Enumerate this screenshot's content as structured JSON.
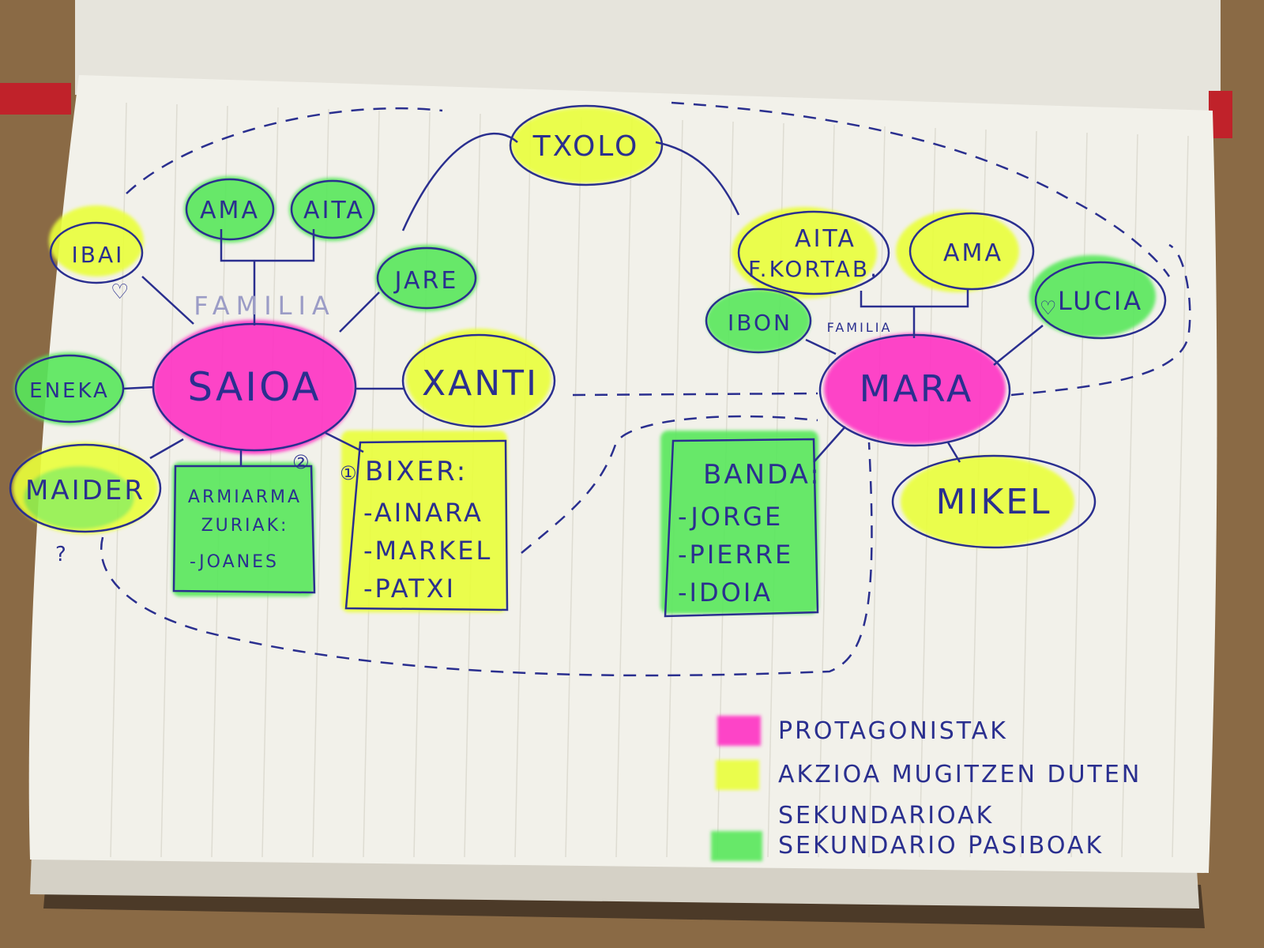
{
  "colors": {
    "protagonist": "#ff33c4",
    "active_secondary": "#eaff3a",
    "passive_secondary": "#59e85c",
    "ink": "#2a2f8f",
    "paper": "#f2f1ea",
    "wood": "#8a6a45"
  },
  "saioa_side": {
    "center": "SAIOA",
    "familia_label": "FAMILIA",
    "ama": "AMA",
    "aita": "AITA",
    "ibai": "IBAI",
    "jare": "JARE",
    "eneka": "ENEKA",
    "xanti": "XANTI",
    "maider": "MAIDER",
    "maider_mark": "?",
    "heart_mark": "♡",
    "armiarma": {
      "marker": "②",
      "title_lines": [
        "ARMIARMA",
        "ZURIAK:"
      ],
      "members": [
        "-JOANES"
      ]
    },
    "bixer": {
      "marker": "①",
      "title": "BIXER:",
      "members": [
        "-AINARA",
        "-MARKEL",
        "-PATXI"
      ]
    }
  },
  "shared": {
    "txolo": "TXOLO"
  },
  "mara_side": {
    "center": "MARA",
    "familia_label": "FAMILIA",
    "aita_lines": [
      "AITA",
      "F.KORTAB."
    ],
    "ama": "AMA",
    "ibon": "IBON",
    "lucia": "LUCIA",
    "mikel": "MIKEL",
    "heart_mark": "♡",
    "banda": {
      "title": "BANDA:",
      "members": [
        "-JORGE",
        "-PIERRE",
        "-IDOIA"
      ]
    }
  },
  "legend": {
    "items": [
      {
        "lines": [
          "PROTAGONISTAK"
        ],
        "color": "#ff33c4"
      },
      {
        "lines": [
          "AKZIOA MUGITZEN DUTEN",
          "SEKUNDARIOAK"
        ],
        "color": "#eaff3a"
      },
      {
        "lines": [
          "SEKUNDARIO PASIBOAK"
        ],
        "color": "#59e85c"
      }
    ]
  }
}
